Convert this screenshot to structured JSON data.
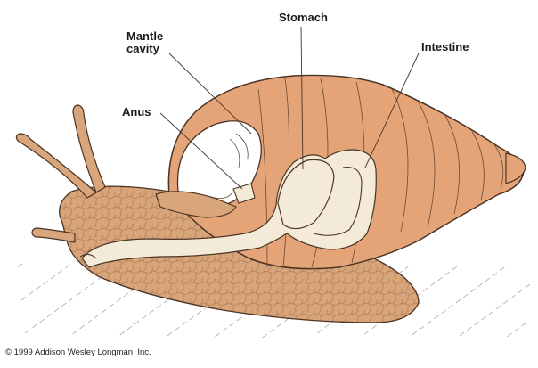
{
  "labels": {
    "stomach": "Stomach",
    "mantle_cavity": [
      "Mantle",
      "cavity"
    ],
    "anus": "Anus",
    "intestine": "Intestine"
  },
  "credit": "© 1999 Addison Wesley Longman, Inc.",
  "colors": {
    "shell": "#e4a478",
    "shell_dark": "#c98a5f",
    "body": "#d9a57a",
    "organ": "#f3ead7",
    "outline": "#4a3426",
    "ground": "#bdbdbd"
  }
}
